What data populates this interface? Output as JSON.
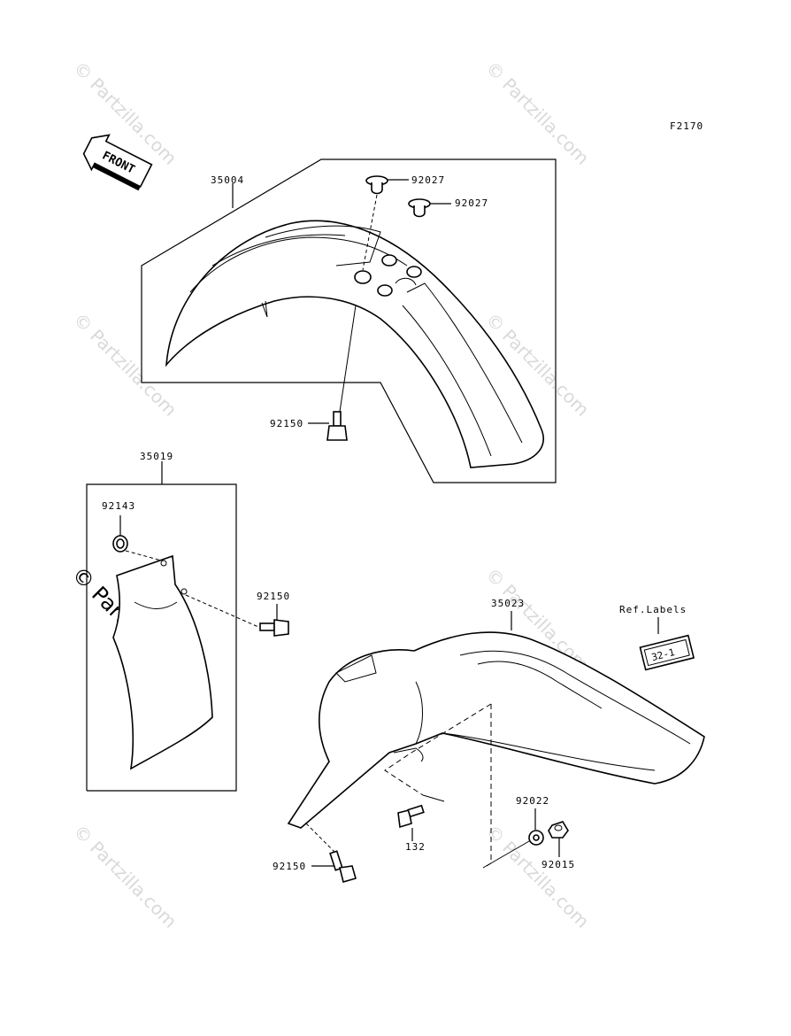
{
  "diagram_code": "F2170",
  "front_label": "FRONT",
  "ref_labels_title": "Ref.Labels",
  "ref_label_text": "32-1",
  "watermark_text": "Partzilla.com",
  "watermark_symbol": "©",
  "parts": {
    "front_fender": "35004",
    "front_cap_a": "92027",
    "front_cap_b": "92027",
    "front_bolt": "92150",
    "mud_flap": "35019",
    "flap_collar": "92143",
    "flap_bolt": "92150",
    "rear_fender": "35023",
    "rear_bolt": "92150",
    "rear_bolt_132": "132",
    "washer": "92022",
    "nut": "92015"
  }
}
